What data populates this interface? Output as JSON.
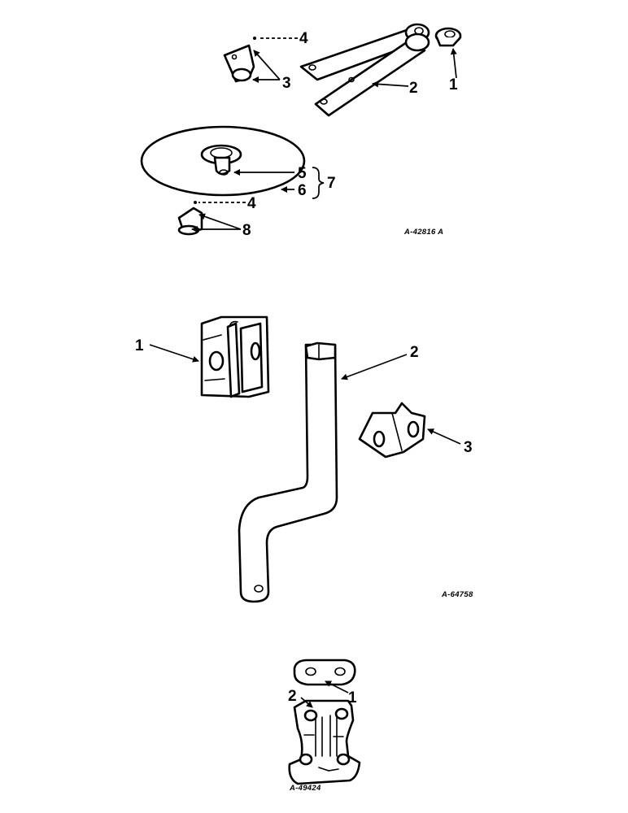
{
  "figures": [
    {
      "code": "A-42816 A",
      "callouts": [
        "1",
        "2",
        "3",
        "4",
        "5",
        "6",
        "7",
        "4",
        "8"
      ]
    },
    {
      "code": "A-64758",
      "callouts": [
        "1",
        "2",
        "3"
      ]
    },
    {
      "code": "A-49424",
      "callouts": [
        "1",
        "2"
      ]
    }
  ]
}
